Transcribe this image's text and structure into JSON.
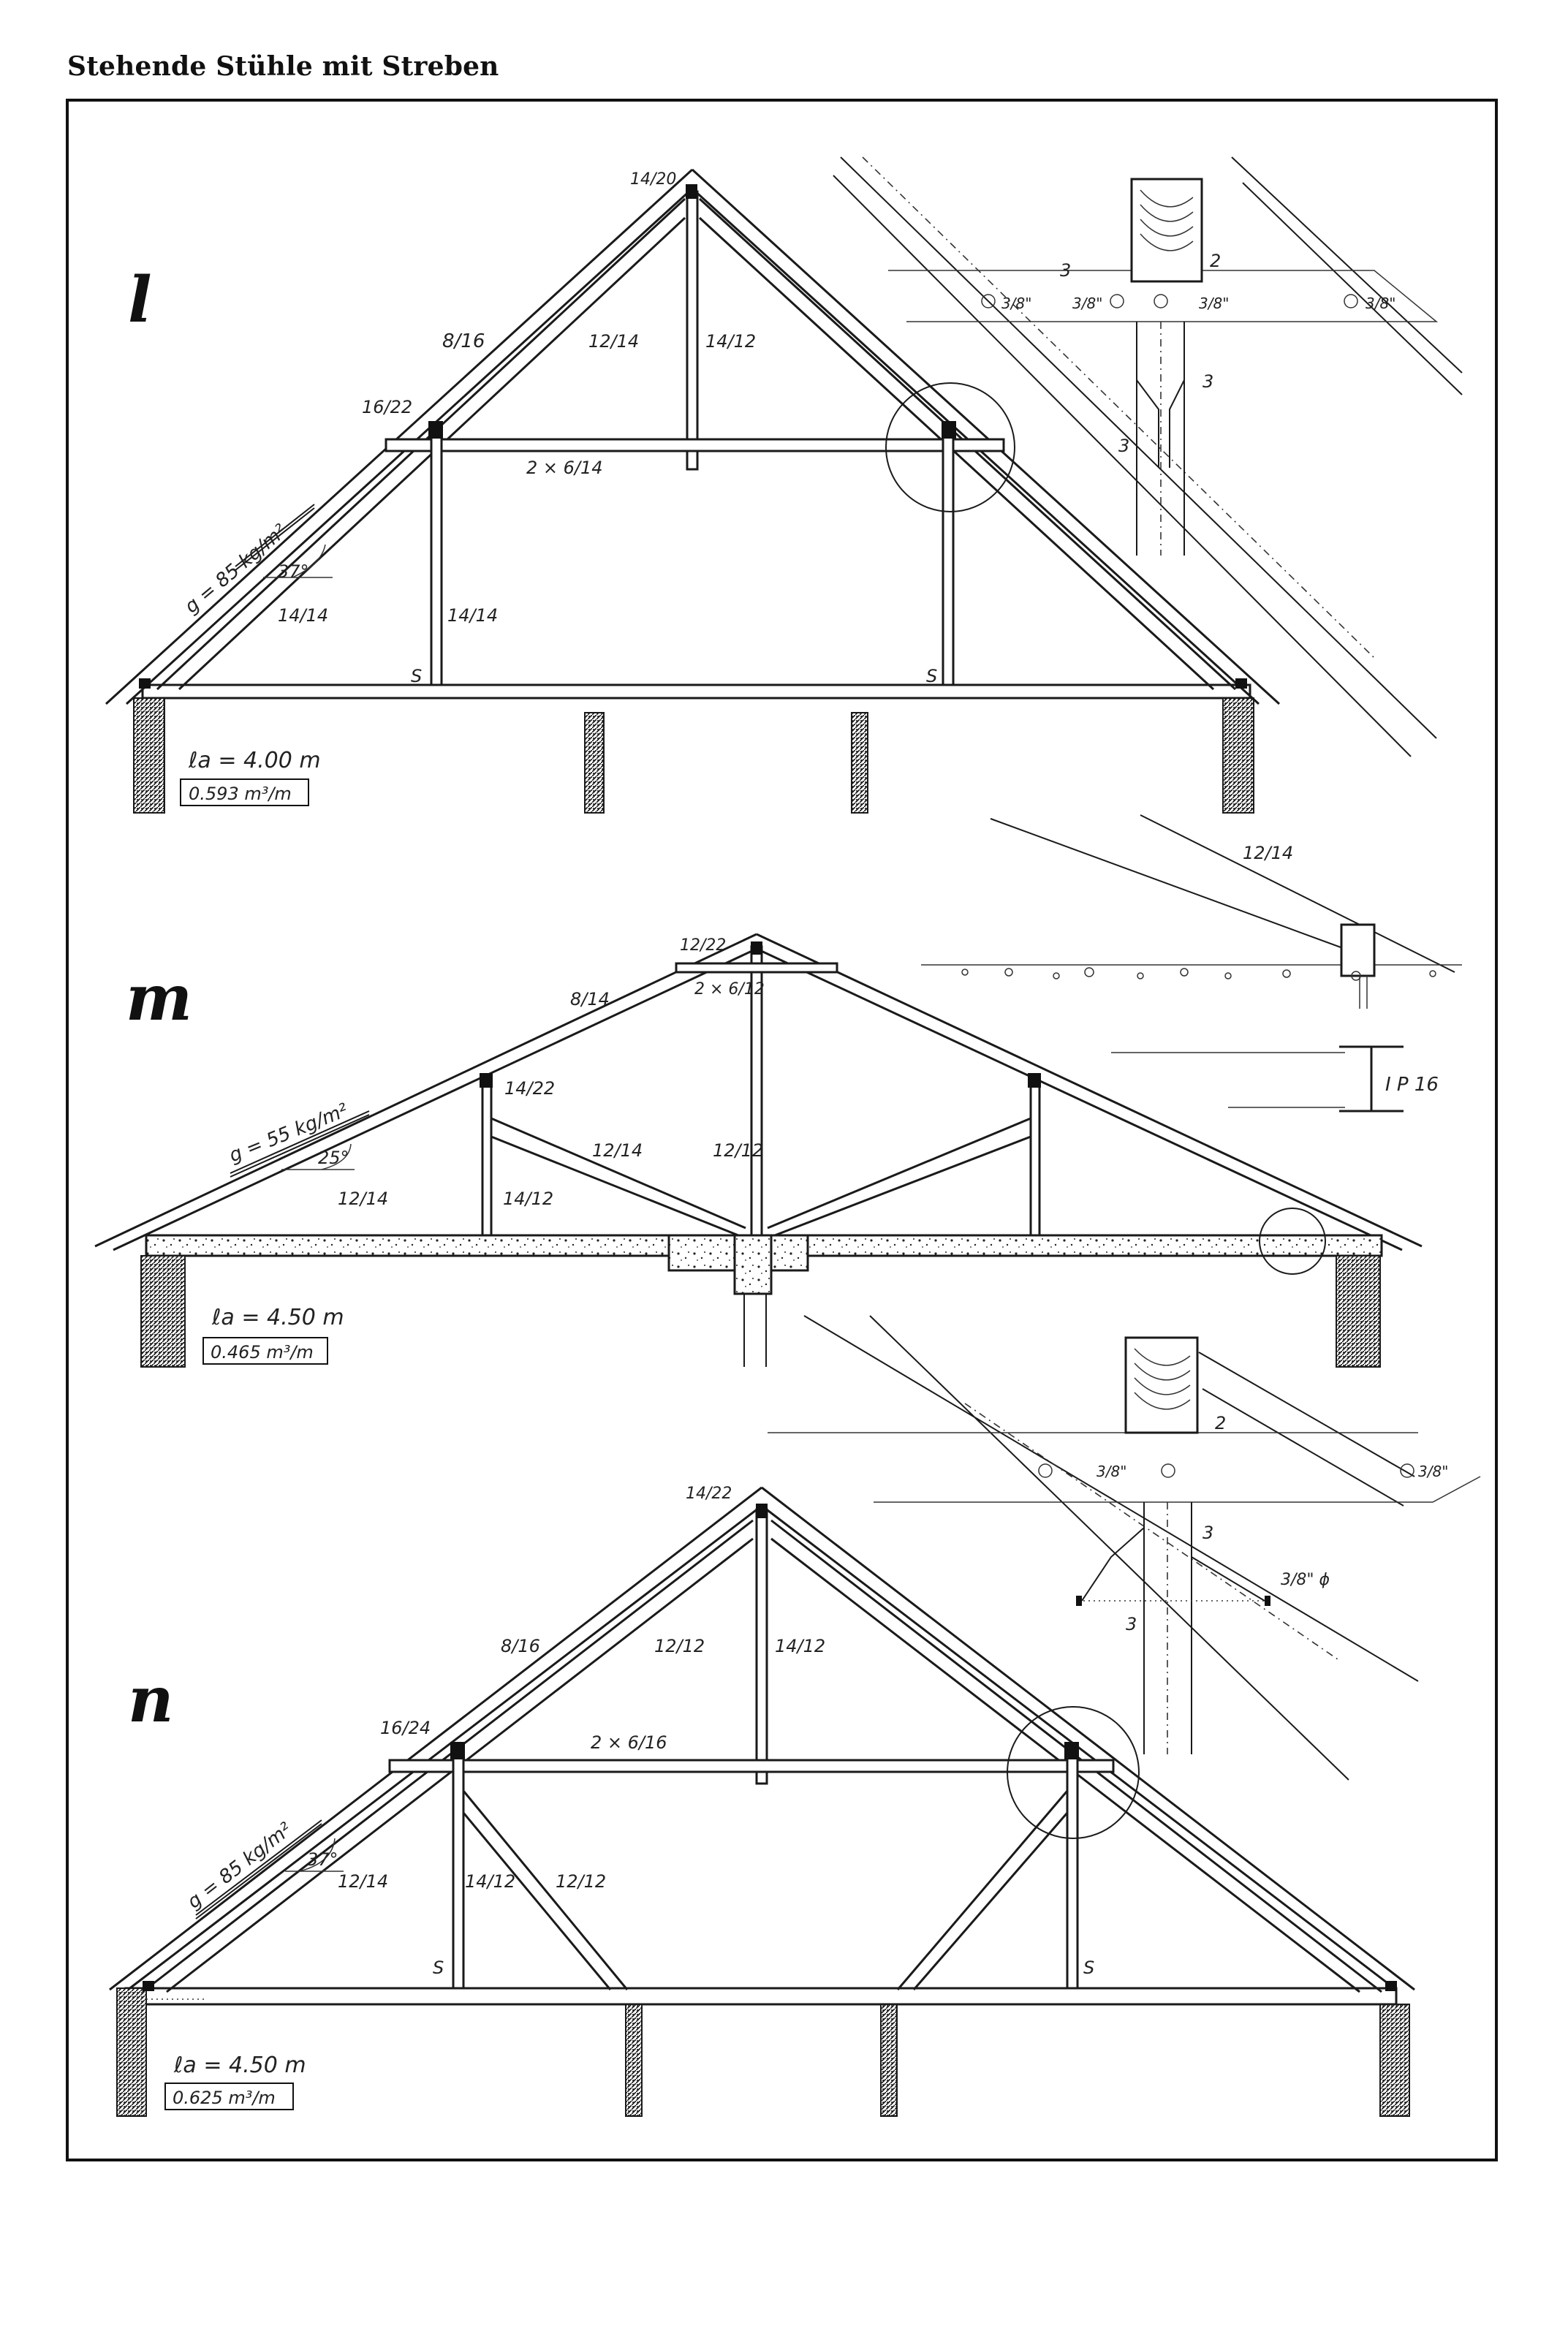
{
  "page_title": "Stehende Stühle mit Streben",
  "sections": [
    {
      "letter": "l",
      "labels": {
        "peak": "14/20",
        "rafter": "8/16",
        "strut_a": "12/14",
        "king_post": "14/12",
        "purlin": "16/22",
        "collar": "2 × 6/14",
        "load": "g = 85 kg/m²",
        "angle": "37°",
        "lower_strut": "14/14",
        "post": "14/14",
        "s_left": "S",
        "s_right": "S"
      },
      "detail": {
        "bolt1": "3/8\"",
        "bolt2": "3/8\"",
        "bolt3": "3/8\"",
        "bolt4": "3/8\"",
        "d_3a": "3",
        "d_2": "2",
        "d_3b": "3",
        "d_3c": "3"
      },
      "span_label": "ℓa = 4.00 m",
      "volume": "0.593 m³/m"
    },
    {
      "letter": "m",
      "labels": {
        "peak": "12/22",
        "rafter": "8/14",
        "collar": "2 × 6/12",
        "purlin": "14/22",
        "load": "g = 55 kg/m²",
        "angle": "25°",
        "strut_left": "12/14",
        "post_left": "14/12",
        "diag": "12/14",
        "king": "12/12"
      },
      "detail": {
        "member": "12/14",
        "profile": "I P 16"
      },
      "span_label": "ℓa = 4.50 m",
      "volume": "0.465 m³/m"
    },
    {
      "letter": "n",
      "labels": {
        "peak": "14/22",
        "rafter": "8/16",
        "strut_a": "12/12",
        "king_post": "14/12",
        "purlin": "16/24",
        "collar": "2 × 6/16",
        "load": "g = 85 kg/m²",
        "angle": "37°",
        "lower_strut": "12/14",
        "post": "14/12",
        "diag": "12/12",
        "s_left": "S",
        "s_right": "S"
      },
      "detail": {
        "bolt1": "3/8\"",
        "bolt2": "3/8\"",
        "d_2": "2",
        "d_3a": "3",
        "d_3b": "3",
        "rod": "3/8\" ϕ"
      },
      "span_label": "ℓa = 4.50 m",
      "volume": "0.625 m³/m"
    }
  ]
}
